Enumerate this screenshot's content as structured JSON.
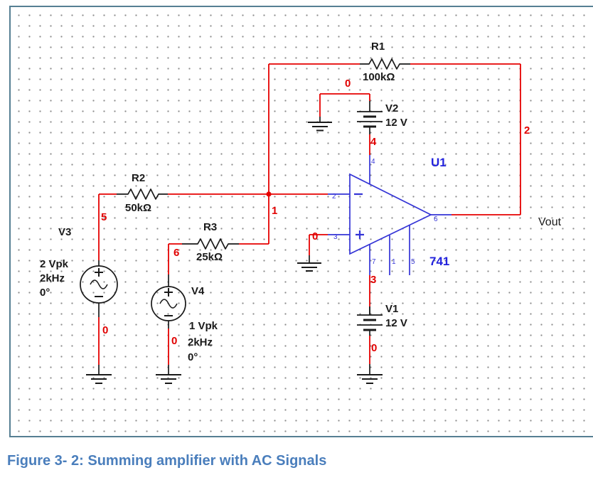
{
  "figure": {
    "caption": "Figure 3- 2: Summing amplifier with AC Signals"
  },
  "colors": {
    "wire_red": "#e60000",
    "symbol_black": "#1a1a1a",
    "opamp_blue": "#3434d6",
    "net_label_red": "#e00000",
    "reference_blue": "#2222dd",
    "caption_blue": "#4a7ebc",
    "canvas_border": "#567f93"
  },
  "components": {
    "r1": {
      "ref": "R1",
      "value": "100kΩ"
    },
    "r2": {
      "ref": "R2",
      "value": "50kΩ"
    },
    "r3": {
      "ref": "R3",
      "value": "25kΩ"
    },
    "v1": {
      "ref": "V1",
      "value": "12 V"
    },
    "v2": {
      "ref": "V2",
      "value": "12 V"
    },
    "v3": {
      "ref": "V3",
      "amplitude": "2 Vpk",
      "frequency": "2kHz",
      "phase": "0°"
    },
    "v4": {
      "ref": "V4",
      "amplitude": "1 Vpk",
      "frequency": "2kHz",
      "phase": "0°"
    },
    "u1": {
      "ref": "U1",
      "part": "741",
      "pins": {
        "inv": "2",
        "noninv": "3",
        "out": "6",
        "vcc": "4",
        "vee": "7",
        "null1": "1",
        "null2": "5"
      }
    }
  },
  "nets": {
    "n0": "0",
    "n1": "1",
    "n2": "2",
    "n3": "3",
    "n4": "4",
    "n5": "5",
    "n6": "6"
  },
  "labels": {
    "vout": "Vout"
  }
}
